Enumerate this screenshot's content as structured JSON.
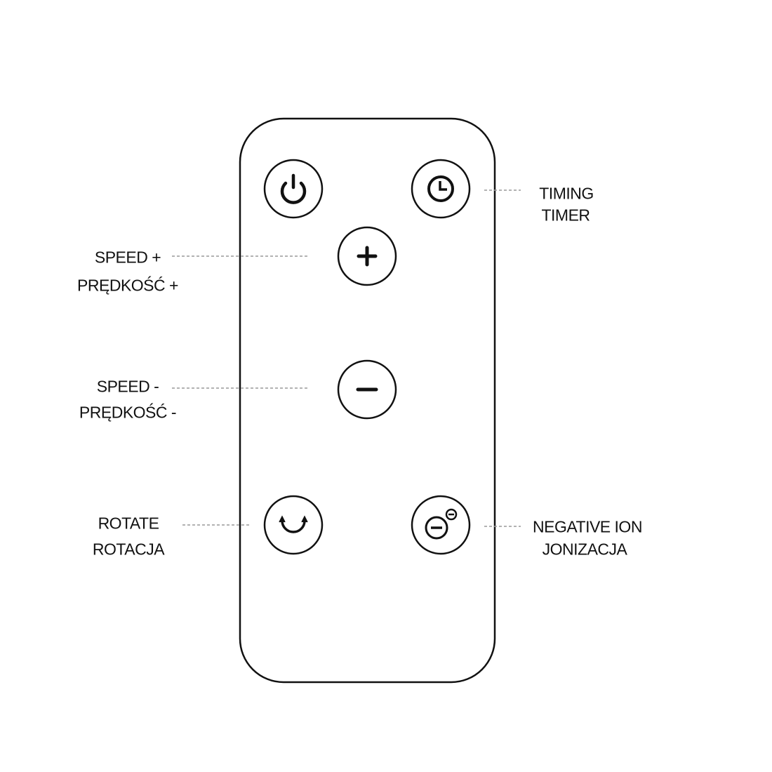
{
  "labels": {
    "timing": {
      "en": "TIMING",
      "pl": "TIMER"
    },
    "speed_up": {
      "en": "SPEED +",
      "pl": "PRĘDKOŚĆ +"
    },
    "speed_down": {
      "en": "SPEED -",
      "pl": "PRĘDKOŚĆ -"
    },
    "rotate": {
      "en": "ROTATE",
      "pl": "ROTACJA"
    },
    "negative_ion": {
      "en": "NEGATIVE ION",
      "pl": "JONIZACJA"
    }
  },
  "colors": {
    "stroke": "#111111",
    "leader": "#999999"
  }
}
